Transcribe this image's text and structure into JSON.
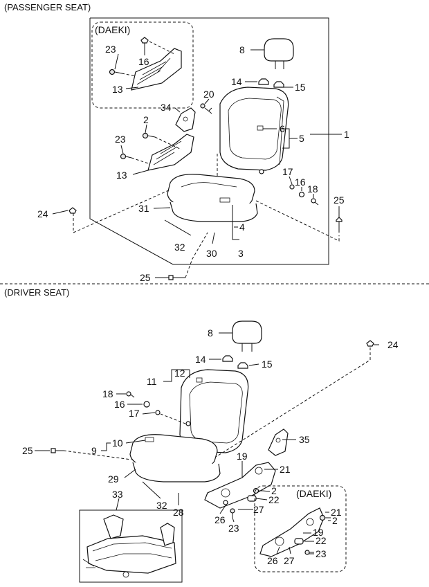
{
  "sections": {
    "passenger": "(PASSENGER SEAT)",
    "driver": "(DRIVER SEAT)"
  },
  "insets": {
    "passenger_daeki": "(DAEKI)",
    "driver_daeki": "(DAEKI)"
  },
  "labels": {
    "passenger": [
      "23",
      "16",
      "13",
      "8",
      "14",
      "15",
      "20",
      "34",
      "2",
      "6",
      "5",
      "1",
      "23",
      "13",
      "17",
      "16",
      "18",
      "24",
      "31",
      "4",
      "25",
      "32",
      "30",
      "3",
      "25"
    ],
    "driver": [
      "8",
      "24",
      "14",
      "15",
      "11",
      "12",
      "18",
      "16",
      "17",
      "25",
      "9",
      "10",
      "35",
      "19",
      "21",
      "29",
      "2",
      "22",
      "33",
      "32",
      "28",
      "26",
      "27",
      "23",
      "21",
      "2",
      "22",
      "19",
      "26",
      "27",
      "23"
    ]
  }
}
